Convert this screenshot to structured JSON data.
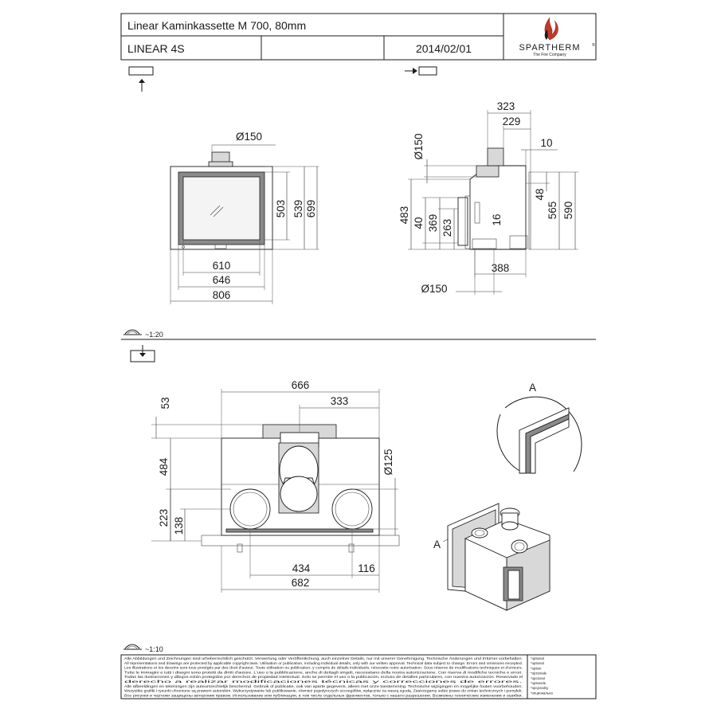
{
  "title_block": {
    "model": "Linear Kaminkassette M 700, 80mm",
    "series": "LINEAR 4S",
    "date": "2014/02/01",
    "brand": "SPARTHERM",
    "brand_mark": "®",
    "tagline": "The Fire Company"
  },
  "views": {
    "front_scale": "~1:20",
    "top_scale": "~1:10",
    "detail_label": "A"
  },
  "front_view": {
    "flue": "Ø150",
    "h1": "503",
    "h2": "539",
    "h3": "699",
    "w1": "610",
    "w2": "646",
    "w3": "806"
  },
  "side_view": {
    "flue_top": "Ø150",
    "flue_bottom": "Ø150",
    "d1": "323",
    "d2": "229",
    "d3": "10",
    "d4": "48",
    "h_left1": "483",
    "h_left2": "40",
    "h_left3": "369",
    "h_left4": "263",
    "h_inner": "16",
    "h_right1": "565",
    "h_right2": "590",
    "depth": "388"
  },
  "top_view": {
    "w_top": "666",
    "w_half": "333",
    "h_flange": "53",
    "h_total": "484",
    "h_conn": "223",
    "h_conn2": "138",
    "conn_dia": "Ø125",
    "w_conn": "434",
    "w_offset": "116",
    "w_total": "682"
  },
  "legal": {
    "lines": [
      "Alle Abbildungen und Zeichnungen sind urheberrechtlich geschützt. Verwertung oder Veröffentlichung, auch einzelner Details, nur mit unserer Genehmigung. Technische Änderungen und Irrtümer vorbehalten.",
      "All representations and drawings are protected by applicable copyright laws. Utilisation or publication, including individual details, only with our written approval. Technical data subject to change. Errors and omissions excepted.",
      "Les illustrations et les dessins sont tous protégés par des droit d'auteur. Toute utilisation ou publication, y compris de détails individuels, nécessite notre autorisation. Sous réserve de modifications techniques et d'erreurs.",
      "Tutte le immagini e tutti i disegni sono protetti da diritti d'autore. L'uso o la pubblicazione, anche di dettagli singoli, necessitano della nostra autorizzazione. Con riserva di modifiche tecniche e errori.",
      "Todas las ilustraciones y dibujos están protegidos por derechos de propiedad intelectual. Solo se permite el uso o la publicación, incluso de detalles particulares, con nuestra autorización. Reservado el",
      "derecho a realizar modificaciones técnicas y correcciones de errores.",
      "Alle afbeeldingen en tekeningen zijn auteursrechtelijk beschermd. Gebruik of publicatie, ook van aparte gegevens, alleen met onze toestemming. Technische wijzigingen en mogelijke fouten voorbehouden.",
      "Wszystkie grafiki i rysunki chronione są prawem autorskim. Wykorzystywanie lub publikowanie, również pojedynczych szczegółów, wyłącznie za naszą zgodą. Zastrzegamy sobie prawo do zmian technicznych i pomyłek.",
      "Все рисунки и чертежи защищены авторским правом. Использование или публикация, в том числе отдельных фрагментов, только с нашего разрешения. Возможны технические изменения и ошибки."
    ],
    "notes": [
      "*optional",
      "*optional",
      "*option",
      "*opzionale",
      "*opcional",
      "*optionele",
      "*opcjonalny",
      "*опционально"
    ]
  }
}
